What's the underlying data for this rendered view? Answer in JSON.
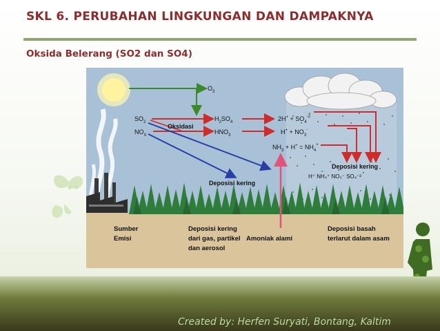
{
  "slide": {
    "title": "SKL 6. PERUBAHAN LINGKUNGAN DAN DAMPAKNYA",
    "subtitle": "Oksida Belerang (SO2 dan SO4)",
    "footer": "Created by: Herfen Suryati, Bontang, Kaltim"
  },
  "diagram": {
    "o3": "O",
    "o3_sub": "3",
    "so2": "SO",
    "so2_sub": "2",
    "nox": "NO",
    "nox_sub": "X",
    "oksidasi": "Oksidasi",
    "h2so4_h": "H",
    "h2so4_2": "2",
    "h2so4_so": "SO",
    "h2so4_4": "4",
    "hno3": "HNO",
    "hno3_sub": "3",
    "ion_2h": "2H",
    "ion_plus": "+",
    "ion_plus2": "+",
    "ion_so4": "SO",
    "ion_so4_sub": "4",
    "ion_so4_sup": "-2",
    "ion_h": "H",
    "ion_h_sup": "+",
    "ion_no3": "NO",
    "ion_no3_sub": "3",
    "ion_no3_sup": "-",
    "nh3": "NH",
    "nh3_sub": "3",
    "plus_h": "+  H",
    "plus_h_sup": "+",
    "eq_nh4": "=  NH",
    "eq_nh4_sub": "4",
    "eq_nh4_sup": "+",
    "deposisi_kering_top": "Deposisi kering",
    "wet_ions": "H⁺  NH₄⁺  NO₃⁻  SO₄⁻²",
    "deposisi_kering_mid": "Deposisi kering",
    "sumber": "Sumber",
    "emisi": "Emisi",
    "dep_gas_1": "Deposisi kering",
    "dep_gas_2": "dari gas, partikel",
    "dep_gas_3": "dan aerosol",
    "amoniak": "Amoniak alami",
    "dep_basah_1": "Deposisi basah",
    "dep_basah_2": "terlarut dalam asam"
  }
}
